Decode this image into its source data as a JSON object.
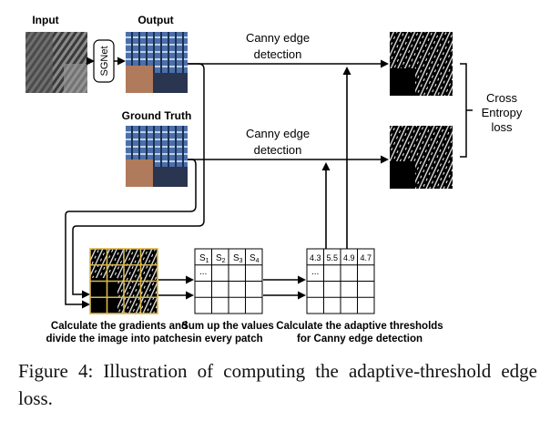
{
  "labels": {
    "input": "Input",
    "output": "Output",
    "ground_truth": "Ground Truth",
    "sgnet": "SGNet",
    "canny_top_1": "Canny edge",
    "canny_top_2": "detection",
    "canny_mid_1": "Canny edge",
    "canny_mid_2": "detection",
    "cross_1": "Cross",
    "cross_2": "Entropy",
    "cross_3": "loss",
    "step1_1": "Calculate the gradients and",
    "step1_2": "divide the image into patches",
    "step2_1": "Sum up the values",
    "step2_2": "in every patch",
    "step3_1": "Calculate the adaptive thresholds",
    "step3_2": "for Canny edge detection"
  },
  "sum_grid": {
    "s": "S",
    "subs": [
      "1",
      "2",
      "3",
      "4"
    ],
    "ellipsis": "..."
  },
  "threshold_grid": {
    "values": [
      "4.3",
      "5.5",
      "4.9",
      "4.7"
    ],
    "ellipsis": "..."
  },
  "caption": "Figure 4: Illustration of computing the adaptive-threshold edge loss."
}
